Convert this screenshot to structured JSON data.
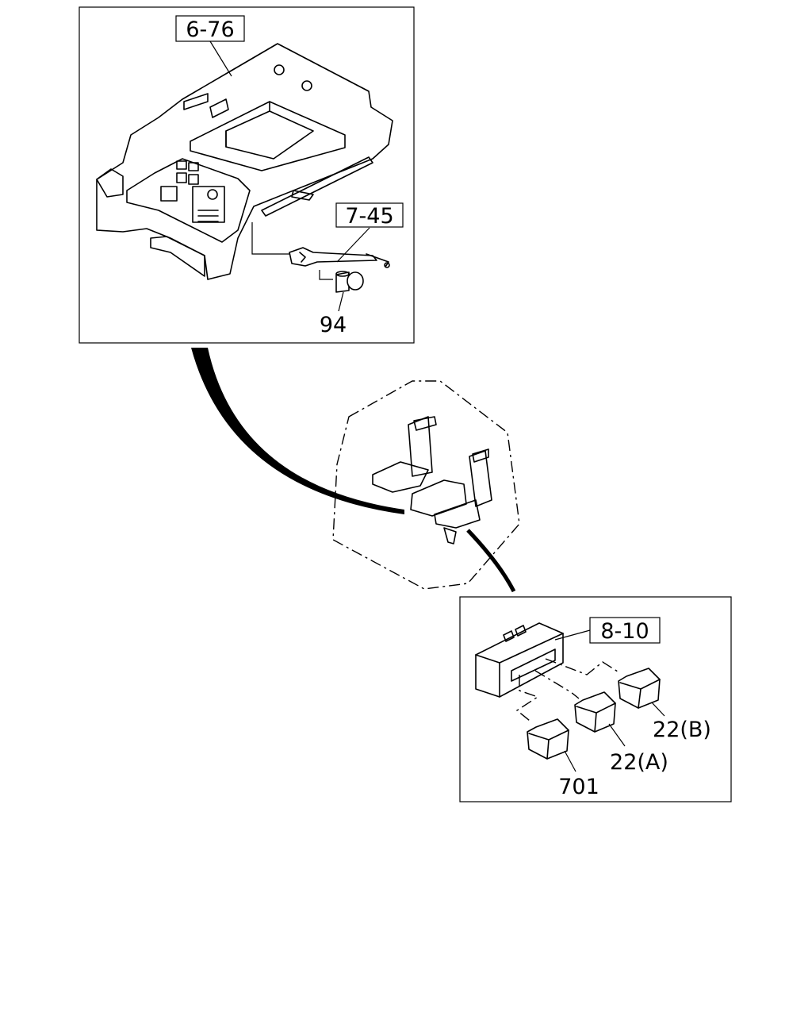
{
  "callouts": {
    "console_ref": "6-76",
    "cable_ref": "7-45",
    "grommet_part": "94",
    "switch_ref": "8-10",
    "knob_b": "22(B)",
    "knob_a": "22(A)",
    "knob_701": "701"
  }
}
